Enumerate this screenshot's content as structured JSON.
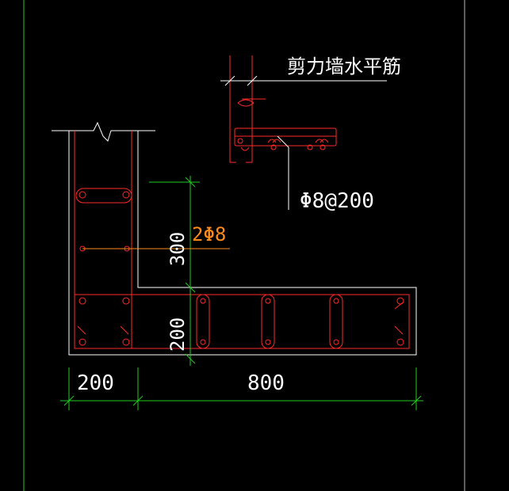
{
  "labels": {
    "horizontal_rebar_title": "剪力墙水平筋",
    "rebar_spec": "Φ8@200",
    "rebar_count_spec": "2Φ8"
  },
  "dimensions": {
    "height_upper": "300",
    "height_lower": "200",
    "width_left": "200",
    "width_right": "800"
  },
  "colors": {
    "background": "#000000",
    "outline": "#ffffff",
    "rebar": "#ff2a2a",
    "dimension": "#22cc22",
    "annotation": "#ff8c1a"
  }
}
